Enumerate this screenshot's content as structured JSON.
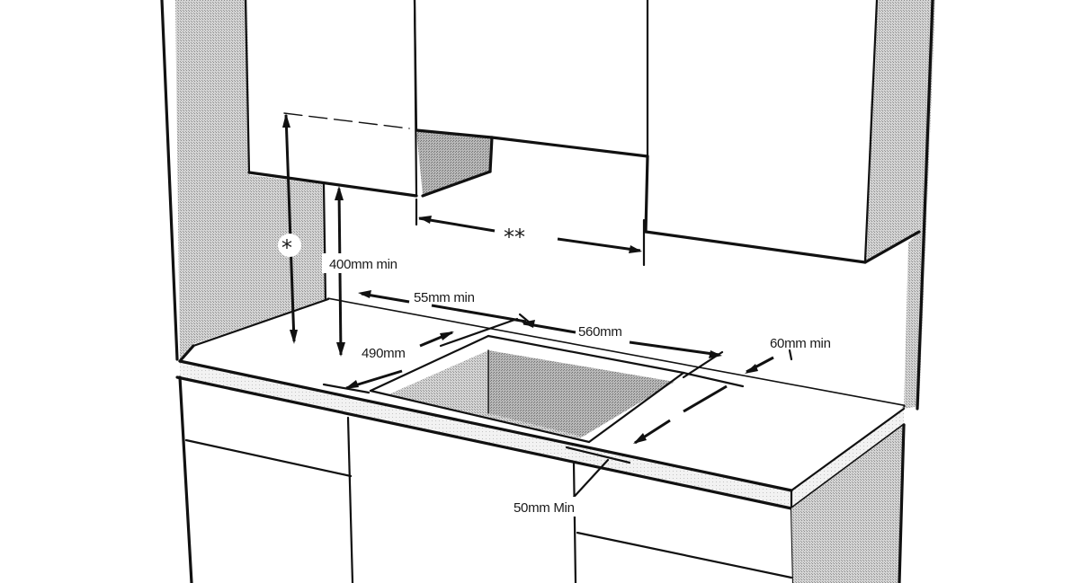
{
  "dimensions": {
    "single_star": "*",
    "double_star": "**",
    "height_400": "400mm min",
    "rear_55": "55mm min",
    "width_560": "560mm",
    "depth_490": "490mm",
    "side_60": "60mm min",
    "front_50": "50mm Min"
  },
  "colors": {
    "wall_shade": "#bdbdbd",
    "cavity_shade": "#a8a8a8",
    "line": "#111111",
    "background": "#ffffff"
  }
}
